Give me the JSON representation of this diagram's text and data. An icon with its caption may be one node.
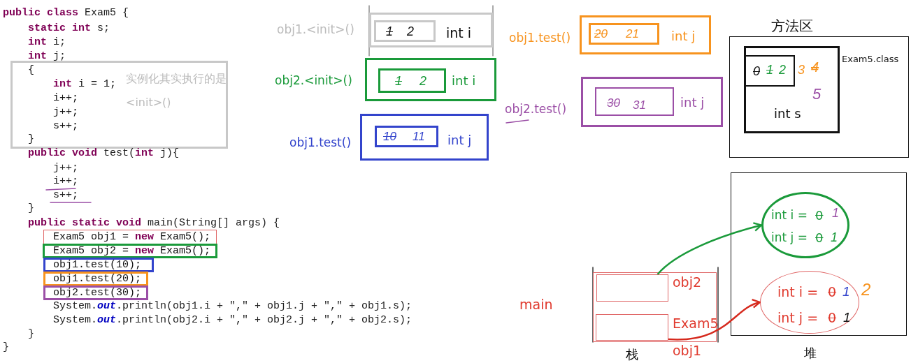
{
  "diagram": {
    "nodes": [
      {
        "text": [
          "{",
          "**int** i = 1;",
          "i++;",
          "j++;",
          "s++;",
          "}",
          "实例化其实执行的是 <init>()"
        ]
      },
      {
        "text": [
          "Exam5 obj1 = **new** Exam5();"
        ]
      },
      {
        "text": [
          "Exam5 obj2 = **new** Exam5();"
        ]
      },
      {
        "text": [
          "obj1.test(10);"
        ]
      },
      {
        "text": [
          "obj1.test(20);"
        ]
      },
      {
        "text": [
          "obj2.test(30);"
        ]
      },
      {
        "text": [
          "obj1.<init>()",
          "int i"
        ]
      },
      {
        "text": [
          "1",
          "2"
        ],
        "in": 6
      },
      {
        "text": [
          "obj2.<init>()",
          "int i"
        ]
      },
      {
        "text": [
          "1",
          "2"
        ],
        "in": 8
      },
      {
        "text": [
          "obj1.test()",
          "int j"
        ]
      },
      {
        "text": [
          "10",
          "11"
        ],
        "in": 10
      },
      {
        "text": [
          "obj1.test()",
          "int j"
        ]
      },
      {
        "text": [
          "20",
          "21"
        ],
        "in": 12
      },
      {
        "text": [
          "obj2.test()",
          "int j"
        ]
      },
      {
        "text": [
          "30",
          "31"
        ],
        "in": 14
      },
      {
        "text": [
          "方法区"
        ]
      },
      {
        "text": [
          "int s"
        ],
        "beside": [
          "Exam5.class"
        ],
        "in": 16
      },
      {
        "text": [
          "0",
          "1",
          "2"
        ],
        "beside": [
          "3",
          "4",
          "5"
        ],
        "in": 17
      },
      {
        "text": [
          "堆"
        ]
      },
      {
        "text": [
          "int i =",
          "0",
          "1",
          "int j =",
          "0",
          "1"
        ],
        "in": 19
      },
      {
        "text": [
          "int i =",
          "0",
          "1",
          "2",
          "int j =",
          "0",
          "1"
        ],
        "in": 19
      },
      {
        "text": [
          "栈"
        ],
        "beside": [
          "main"
        ]
      },
      {
        "text": [],
        "shape": "box",
        "beside": [
          "obj2"
        ],
        "in": 22
      },
      {
        "text": [],
        "shape": "box",
        "beside": [
          "Exam5",
          "obj1"
        ],
        "in": 22
      }
    ],
    "edges": [
      {
        "from": 23,
        "to": 20,
        "arrow": "to",
        "color": "#1a9a3a"
      },
      {
        "from": 24,
        "to": 21,
        "arrow": "to",
        "color": "#d62a1e"
      }
    ],
    "labels": [
      "**public class** Exam5 {",
      "**static int** s;",
      "**int** i;",
      "**int** j;",
      "**public void** test(**int** j){",
      "j++;",
      "i++;",
      "s++;",
      "}",
      "**public static void** main(String[] args) {",
      "System.*out*.println(obj1.i + \",\" + obj1.j + \",\" + obj1.s);",
      "System.*out*.println(obj2.i + \",\" + obj2.j + \",\" + obj2.s);",
      "}",
      "}"
    ]
  }
}
